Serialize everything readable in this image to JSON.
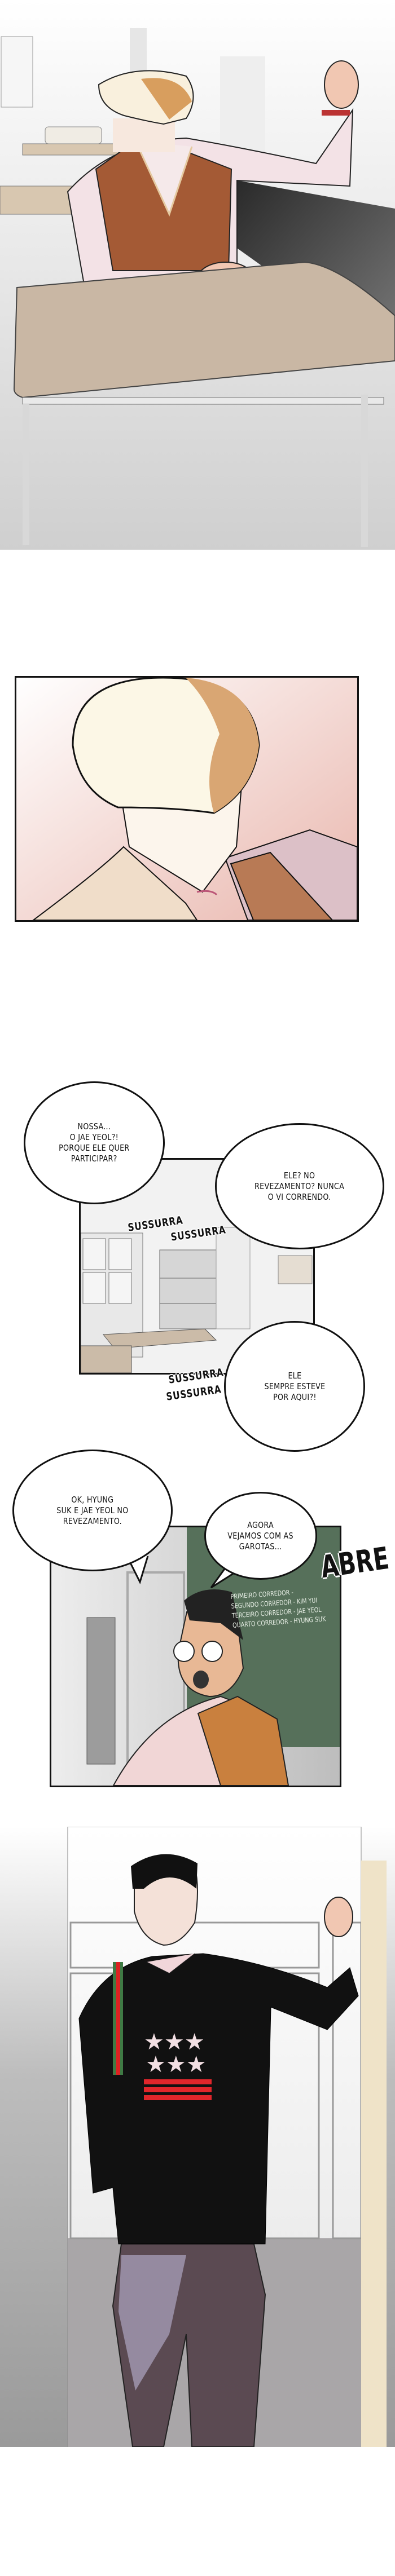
{
  "panel1": {
    "scene": "classroom-blond-student-at-desk"
  },
  "panel2": {
    "scene": "blond-student-closeup"
  },
  "panel3": {
    "bubbles": [
      {
        "text": "NOSSA...\nO JAE YEOL?!\nPORQUE ELE QUER\nPARTICIPAR?"
      },
      {
        "text": "ELE? NO\nREVEZAMENTO? NUNCA\nO VI CORRENDO."
      },
      {
        "text": "ELE\nSEMPRE ESTEVE\nPOR AQUI?!"
      }
    ],
    "sfx": [
      "SUSSURRA",
      "SUSSURRA",
      "SUSSURRA",
      "SUSSURRA"
    ]
  },
  "panel4": {
    "bubbles": [
      {
        "text": "OK, HYUNG\nSUK E JAE YEOL NO\nREVEZAMENTO."
      },
      {
        "text": "AGORA\nVEJAMOS COM AS\nGAROTAS..."
      }
    ],
    "sfx": "ABRE",
    "chalkboard": [
      "PRIMEIRO CORREDOR  -",
      "SEGUNDO CORREDOR  -  KIM YUI",
      "TERCEIRO CORREDOR  -  JAE YEOL",
      "QUARTO CORREDOR  -  HYUNG SUK"
    ],
    "colors": {
      "board": "#56705a"
    }
  },
  "panel5": {
    "scene": "black-haired-student-in-doorway",
    "colors": {
      "sweater": "#111111",
      "stripes": "#e0262b"
    }
  }
}
